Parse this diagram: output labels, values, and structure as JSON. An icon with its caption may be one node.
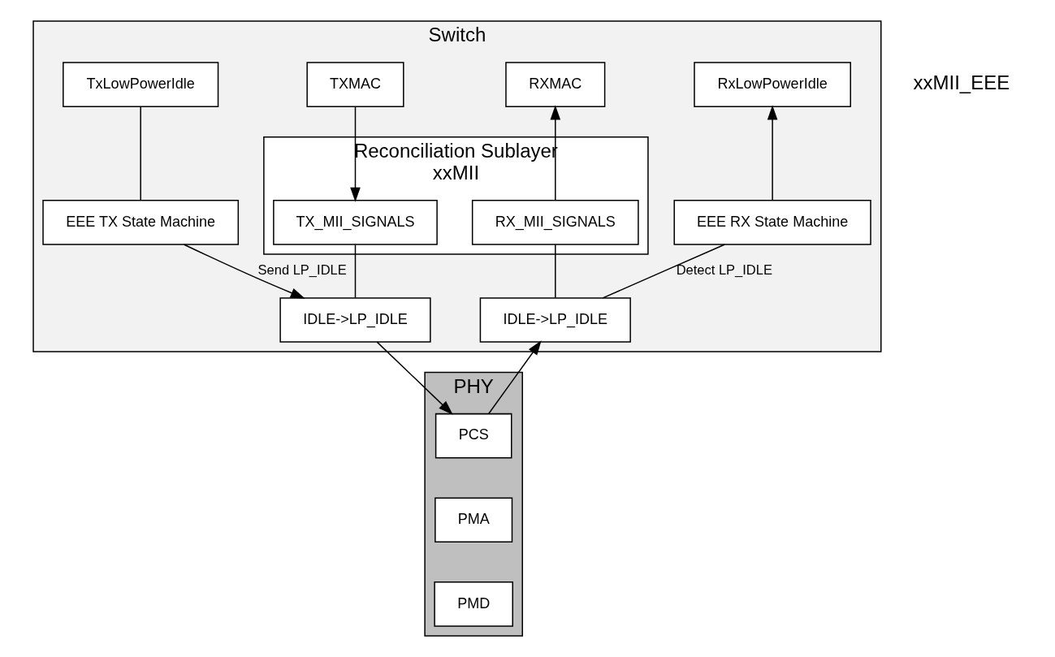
{
  "diagram": {
    "nodes": [
      {
        "text": [
          "Switch"
        ]
      },
      {
        "text": [
          "TXMAC"
        ],
        "in": 0
      },
      {
        "text": [
          "RXMAC"
        ],
        "in": 0
      },
      {
        "text": [
          "Reconciliation Sublayer",
          "xxMII"
        ],
        "in": 0
      },
      {
        "text": [
          "TX_MII_SIGNALS"
        ],
        "in": 3
      },
      {
        "text": [
          "RX_MII_SIGNALS"
        ],
        "in": 3
      },
      {
        "text": [
          "TxLowPowerIdle"
        ],
        "in": 0
      },
      {
        "text": [
          "EEE TX State Machine"
        ],
        "in": 0
      },
      {
        "text": [
          "RxLowPowerIdle"
        ],
        "in": 0
      },
      {
        "text": [
          "EEE RX State Machine"
        ],
        "in": 0
      },
      {
        "text": [
          "IDLE->LP_IDLE"
        ],
        "in": 0
      },
      {
        "text": [
          "IDLE->LP_IDLE"
        ],
        "in": 0
      },
      {
        "text": [
          "PHY"
        ]
      },
      {
        "text": [
          "PCS"
        ],
        "in": 12
      },
      {
        "text": [
          "PMA"
        ],
        "in": 12
      },
      {
        "text": [
          "PMD"
        ],
        "in": 12
      }
    ],
    "edges": [
      {
        "from": 1,
        "to": 4,
        "arrow": "to"
      },
      {
        "from": 5,
        "to": 2,
        "arrow": "to"
      },
      {
        "from": 6,
        "to": 7,
        "arrow": "none"
      },
      {
        "from": 9,
        "to": 8,
        "arrow": "to"
      },
      {
        "from": 4,
        "to": 10,
        "arrow": "none"
      },
      {
        "from": 11,
        "to": 5,
        "arrow": "none"
      },
      {
        "from": 7,
        "to": 10,
        "arrow": "to",
        "label": "Send LP_IDLE"
      },
      {
        "from": 11,
        "to": 9,
        "arrow": "none",
        "label": "Detect LP_IDLE"
      },
      {
        "from": 10,
        "to": 13,
        "arrow": "to"
      },
      {
        "from": 13,
        "to": 11,
        "arrow": "to"
      }
    ],
    "labels": [
      "xxMII_EEE"
    ]
  }
}
